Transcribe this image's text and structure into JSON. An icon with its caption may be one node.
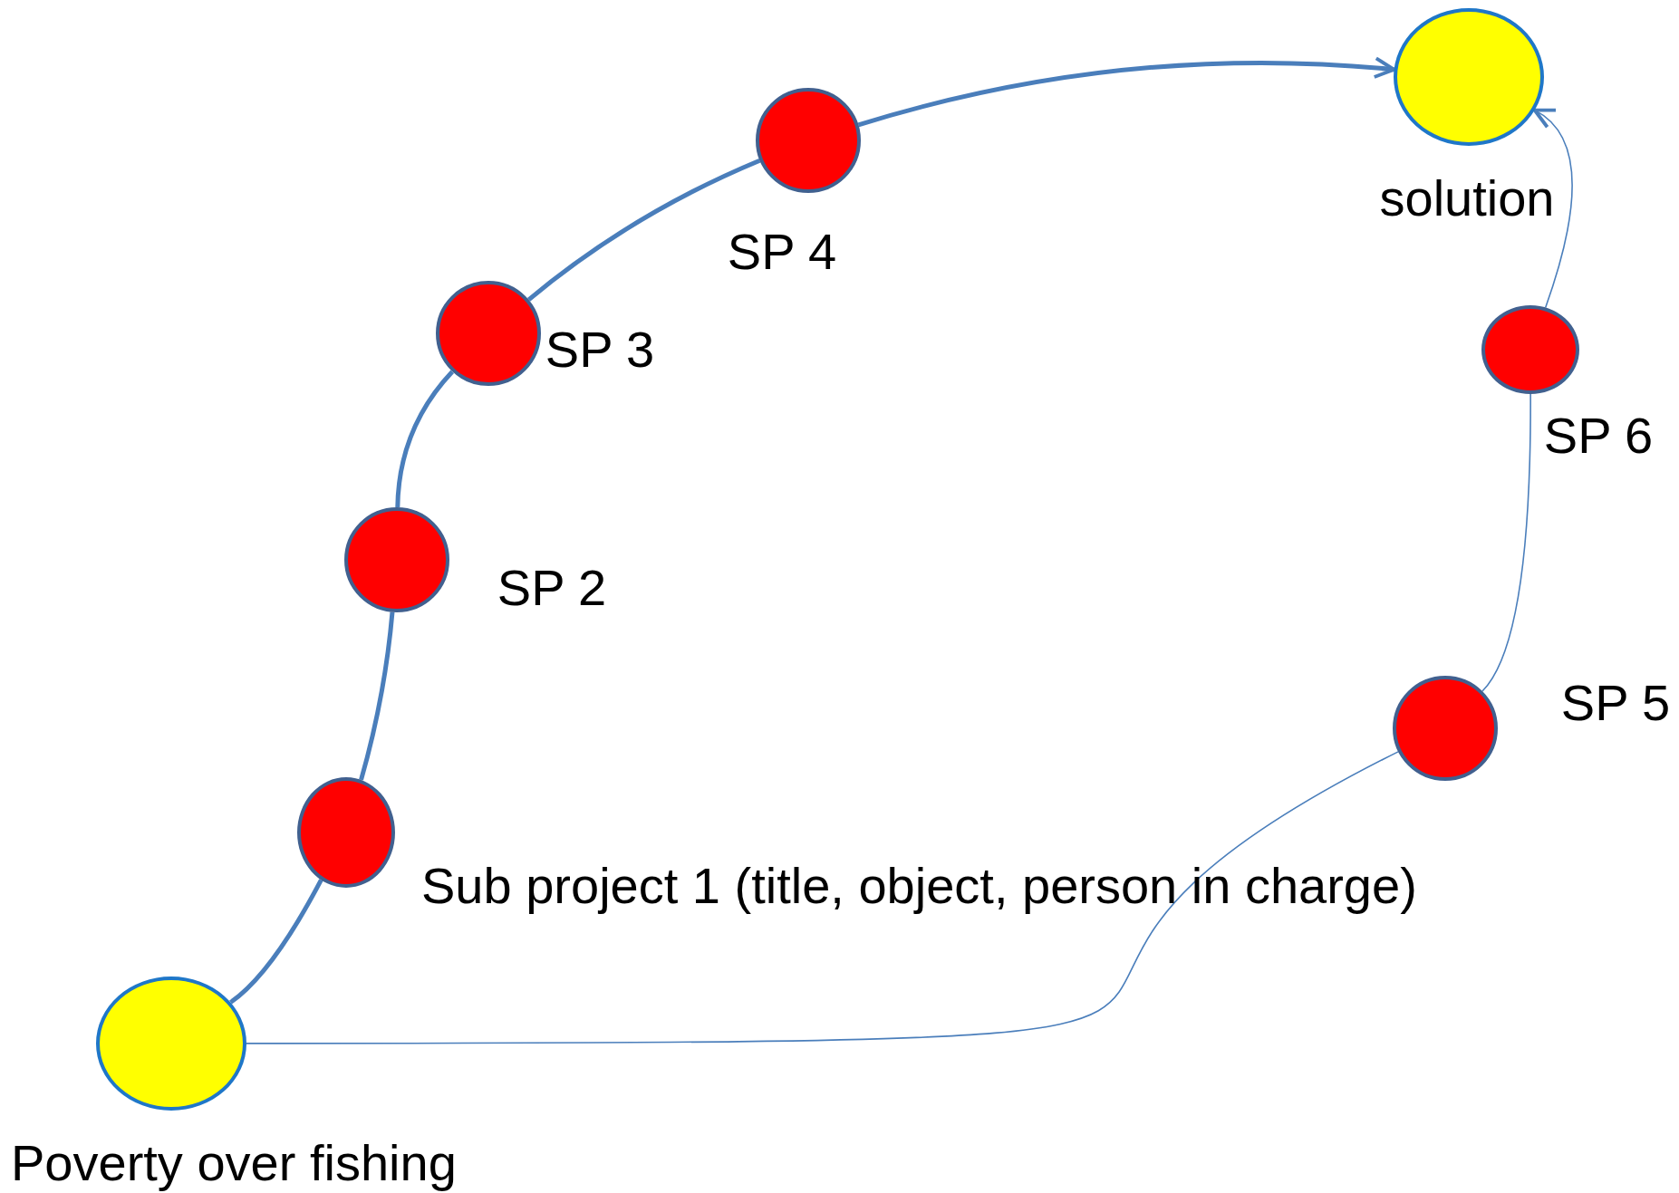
{
  "diagram": {
    "nodes": [
      {
        "text": [
          "Poverty over fishing"
        ]
      },
      {
        "text": [
          "Sub project 1 (title, object, person in charge)"
        ]
      },
      {
        "text": [
          "SP 2"
        ]
      },
      {
        "text": [
          "SP 3"
        ]
      },
      {
        "text": [
          "SP 4"
        ]
      },
      {
        "text": [
          "solution"
        ]
      },
      {
        "text": [
          "SP 5"
        ]
      },
      {
        "text": [
          "SP 6"
        ]
      }
    ],
    "edges": [
      {
        "from": 0,
        "to": 1,
        "arrow": "none"
      },
      {
        "from": 1,
        "to": 2,
        "arrow": "none"
      },
      {
        "from": 2,
        "to": 3,
        "arrow": "none"
      },
      {
        "from": 3,
        "to": 4,
        "arrow": "none"
      },
      {
        "from": 4,
        "to": 5,
        "arrow": "to"
      },
      {
        "from": 0,
        "to": 6,
        "arrow": "none"
      },
      {
        "from": 6,
        "to": 7,
        "arrow": "none"
      },
      {
        "from": 7,
        "to": 5,
        "arrow": "to"
      }
    ]
  }
}
